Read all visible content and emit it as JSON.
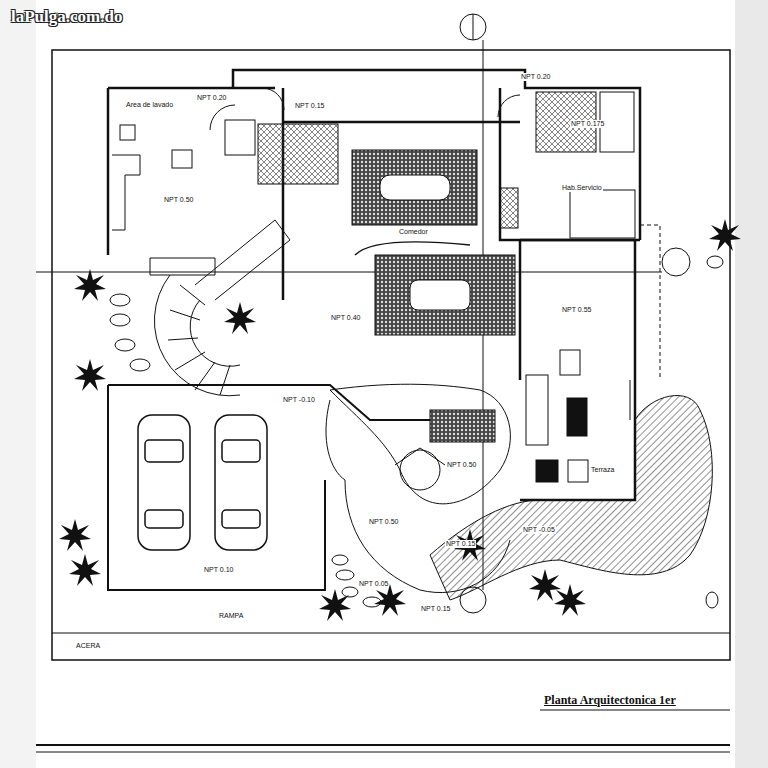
{
  "diagram": {
    "labels": [
      "laPulga.com.do",
      "Area de lavado",
      "NPT 0.20",
      "NPT 0.15",
      "NPT 0.20",
      "NPT 0.175",
      "NPT 0.50",
      "Comedor",
      "Hab.Servicio",
      "NPT 0.40",
      "NPT 0.55",
      "NPT -0.10",
      "Terraza",
      "NPT 0.50",
      "NPT 0.50",
      "NPT -0.05",
      "NPT 0.15",
      "NPT 0.05",
      "NPT 0.15",
      "NPT 0.10",
      "RAMPA",
      "ACERA",
      "Planta Arquitectonica 1er"
    ]
  }
}
